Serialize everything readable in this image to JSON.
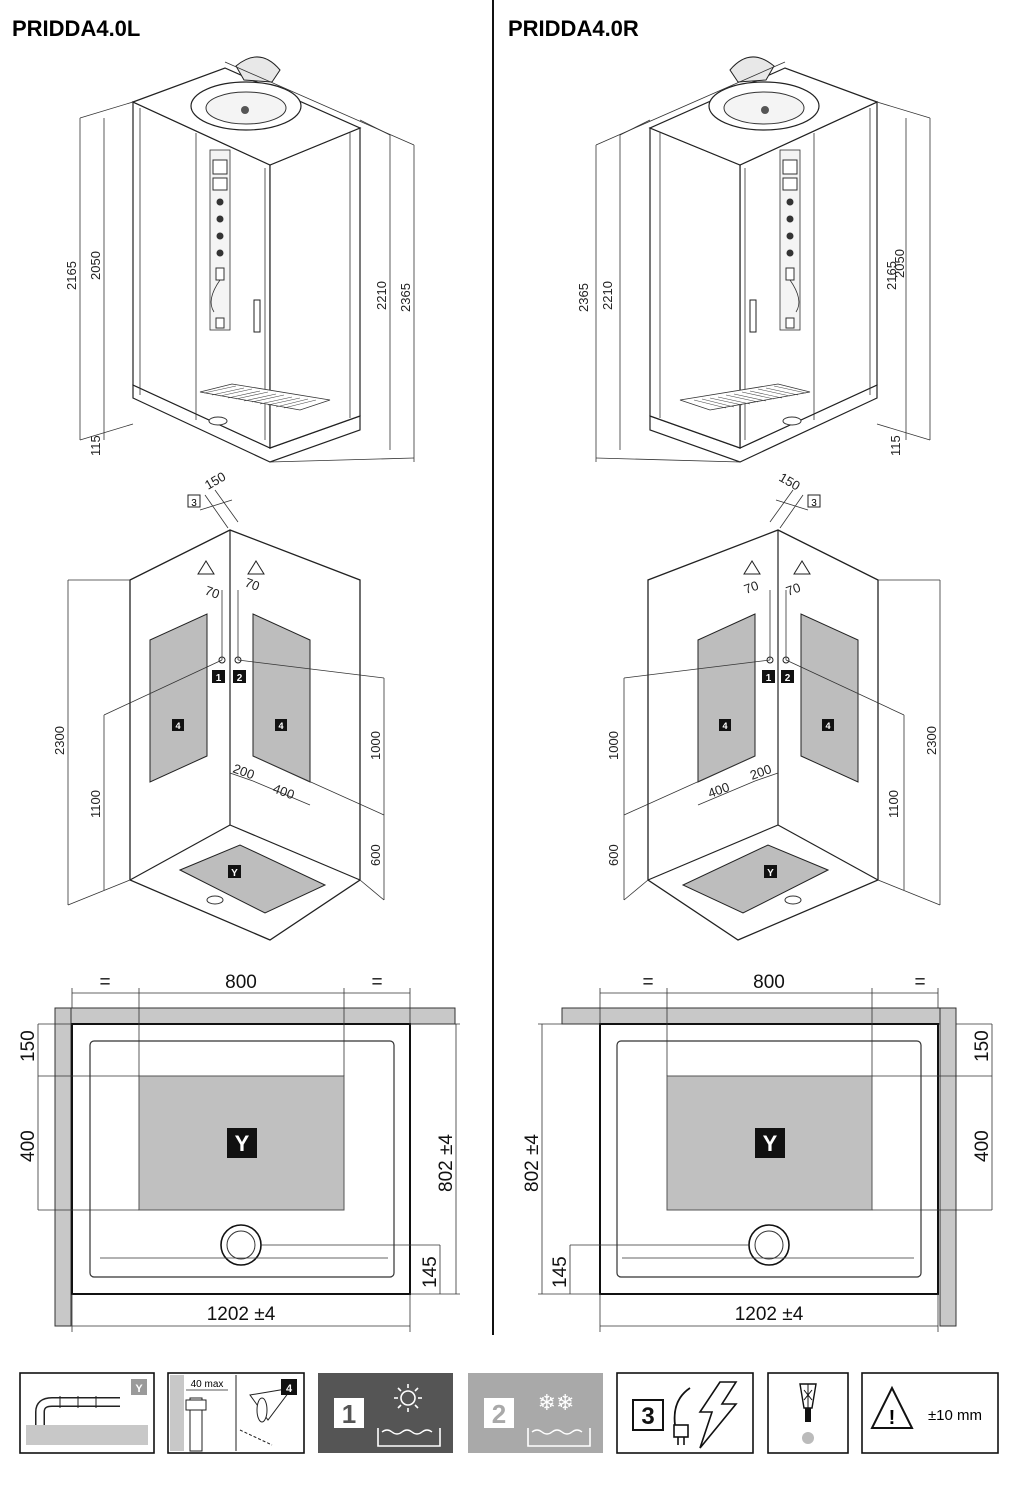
{
  "models": {
    "left": "PRIDDA4.0L",
    "right": "PRIDDA4.0R"
  },
  "heights": {
    "h2165": "2165",
    "h2050": "2050",
    "h115": "115",
    "h2210": "2210",
    "h2365": "2365"
  },
  "wall": {
    "w2300": "2300",
    "w1100": "1100",
    "w1000": "1000",
    "w600": "600",
    "w200": "200",
    "w400": "400",
    "w70": "70",
    "w150": "150"
  },
  "markers": {
    "m1": "1",
    "m2": "2",
    "m3": "3",
    "m4": "4",
    "y": "Y"
  },
  "plan": {
    "eq": "=",
    "w800": "800",
    "d150": "150",
    "d400": "400",
    "d802": "802 ±4",
    "d145": "145",
    "d1202": "1202 ±4"
  },
  "legend": {
    "drain_tag": "Y",
    "pipe_max": "40 max",
    "panel_tag": "4",
    "hot_number": "1",
    "cold_number": "2",
    "power_number": "3",
    "tolerance": "±10 mm"
  },
  "colors": {
    "hot_panel": "#555555",
    "cold_panel": "#a9a9a9",
    "zone_gray": "#bdbdbd"
  }
}
